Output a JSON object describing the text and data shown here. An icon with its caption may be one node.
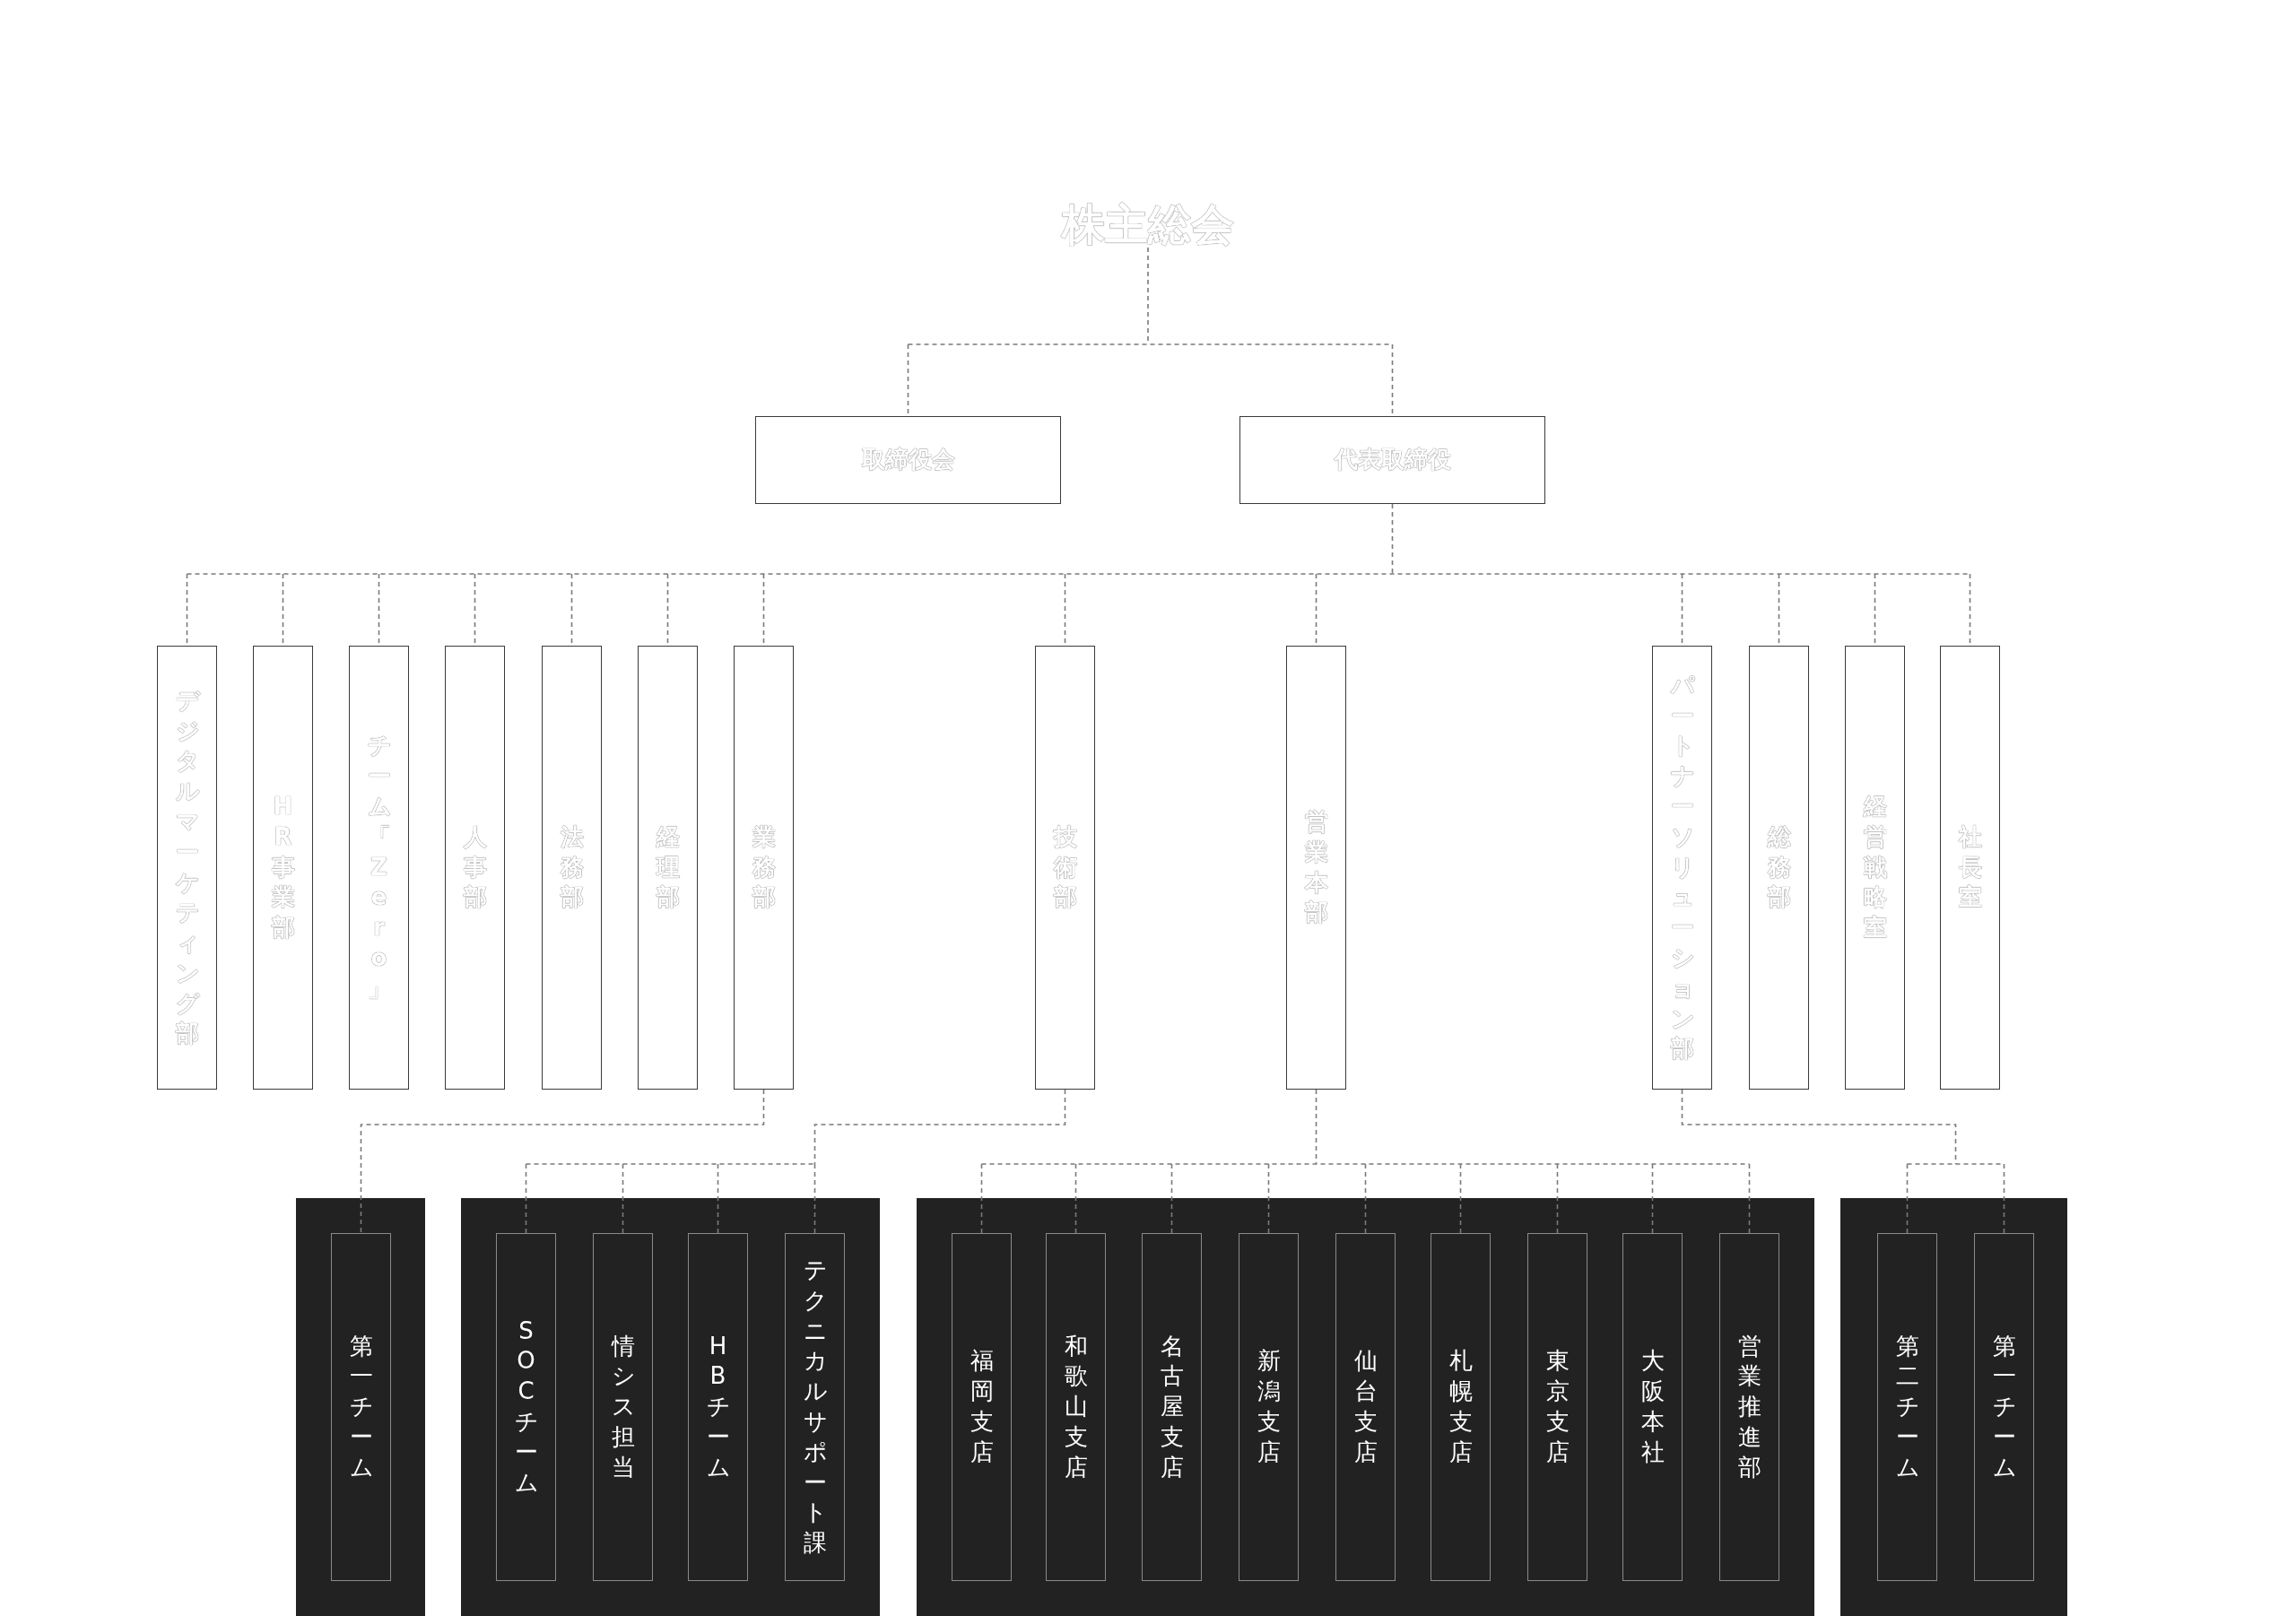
{
  "diagram": {
    "nodes": [
      {
        "text": [
          "株主総会"
        ]
      },
      {
        "text": [
          "取締役会"
        ]
      },
      {
        "text": [
          "代表取締役"
        ]
      },
      {
        "text": [
          "デジタルマーケティング部"
        ]
      },
      {
        "text": [
          "HR事業部"
        ]
      },
      {
        "text": [
          "チーム「Zero」"
        ]
      },
      {
        "text": [
          "人事部"
        ]
      },
      {
        "text": [
          "法務部"
        ]
      },
      {
        "text": [
          "経理部"
        ]
      },
      {
        "text": [
          "業務部"
        ]
      },
      {
        "text": [
          "技術部"
        ]
      },
      {
        "text": [
          "営業本部"
        ]
      },
      {
        "text": [
          "パートナーソリューション部"
        ]
      },
      {
        "text": [
          "総務部"
        ]
      },
      {
        "text": [
          "経営戦略室"
        ]
      },
      {
        "text": [
          "社長室"
        ]
      },
      {
        "text": [],
        "shape": "box"
      },
      {
        "text": [
          "第一チーム"
        ],
        "in": 16
      },
      {
        "text": [],
        "shape": "box"
      },
      {
        "text": [
          "SOCチーム"
        ],
        "in": 18
      },
      {
        "text": [
          "情シス担当"
        ],
        "in": 18
      },
      {
        "text": [
          "HBチーム"
        ],
        "in": 18
      },
      {
        "text": [
          "テクニカルサポート課"
        ],
        "in": 18
      },
      {
        "text": [],
        "shape": "box"
      },
      {
        "text": [
          "福岡支店"
        ],
        "in": 23
      },
      {
        "text": [
          "和歌山支店"
        ],
        "in": 23
      },
      {
        "text": [
          "名古屋支店"
        ],
        "in": 23
      },
      {
        "text": [
          "新潟支店"
        ],
        "in": 23
      },
      {
        "text": [
          "仙台支店"
        ],
        "in": 23
      },
      {
        "text": [
          "札幌支店"
        ],
        "in": 23
      },
      {
        "text": [
          "東京支店"
        ],
        "in": 23
      },
      {
        "text": [
          "大阪本社"
        ],
        "in": 23
      },
      {
        "text": [
          "営業推進部"
        ],
        "in": 23
      },
      {
        "text": [],
        "shape": "box"
      },
      {
        "text": [
          "第二チーム"
        ],
        "in": 33
      },
      {
        "text": [
          "第一チーム"
        ],
        "in": 33
      }
    ],
    "edges": [
      {
        "from": 0,
        "to": 1,
        "arrow": "none",
        "style": "dashed"
      },
      {
        "from": 0,
        "to": 2,
        "arrow": "none",
        "style": "dashed"
      },
      {
        "from": 2,
        "to": 3,
        "arrow": "none",
        "style": "dashed"
      },
      {
        "from": 2,
        "to": 4,
        "arrow": "none",
        "style": "dashed"
      },
      {
        "from": 2,
        "to": 5,
        "arrow": "none",
        "style": "dashed"
      },
      {
        "from": 2,
        "to": 6,
        "arrow": "none",
        "style": "dashed"
      },
      {
        "from": 2,
        "to": 7,
        "arrow": "none",
        "style": "dashed"
      },
      {
        "from": 2,
        "to": 8,
        "arrow": "none",
        "style": "dashed"
      },
      {
        "from": 2,
        "to": 9,
        "arrow": "none",
        "style": "dashed"
      },
      {
        "from": 2,
        "to": 10,
        "arrow": "none",
        "style": "dashed"
      },
      {
        "from": 2,
        "to": 11,
        "arrow": "none",
        "style": "dashed"
      },
      {
        "from": 2,
        "to": 12,
        "arrow": "none",
        "style": "dashed"
      },
      {
        "from": 2,
        "to": 13,
        "arrow": "none",
        "style": "dashed"
      },
      {
        "from": 2,
        "to": 14,
        "arrow": "none",
        "style": "dashed"
      },
      {
        "from": 2,
        "to": 15,
        "arrow": "none",
        "style": "dashed"
      },
      {
        "from": 9,
        "to": 17,
        "arrow": "none",
        "style": "dashed"
      },
      {
        "from": 10,
        "to": 19,
        "arrow": "none",
        "style": "dashed"
      },
      {
        "from": 10,
        "to": 20,
        "arrow": "none",
        "style": "dashed"
      },
      {
        "from": 10,
        "to": 21,
        "arrow": "none",
        "style": "dashed"
      },
      {
        "from": 10,
        "to": 22,
        "arrow": "none",
        "style": "dashed"
      },
      {
        "from": 11,
        "to": 24,
        "arrow": "none",
        "style": "dashed"
      },
      {
        "from": 11,
        "to": 25,
        "arrow": "none",
        "style": "dashed"
      },
      {
        "from": 11,
        "to": 26,
        "arrow": "none",
        "style": "dashed"
      },
      {
        "from": 11,
        "to": 27,
        "arrow": "none",
        "style": "dashed"
      },
      {
        "from": 11,
        "to": 28,
        "arrow": "none",
        "style": "dashed"
      },
      {
        "from": 11,
        "to": 29,
        "arrow": "none",
        "style": "dashed"
      },
      {
        "from": 11,
        "to": 30,
        "arrow": "none",
        "style": "dashed"
      },
      {
        "from": 11,
        "to": 31,
        "arrow": "none",
        "style": "dashed"
      },
      {
        "from": 11,
        "to": 32,
        "arrow": "none",
        "style": "dashed"
      },
      {
        "from": 12,
        "to": 34,
        "arrow": "none",
        "style": "dashed"
      },
      {
        "from": 12,
        "to": 35,
        "arrow": "none",
        "style": "dashed"
      }
    ]
  }
}
